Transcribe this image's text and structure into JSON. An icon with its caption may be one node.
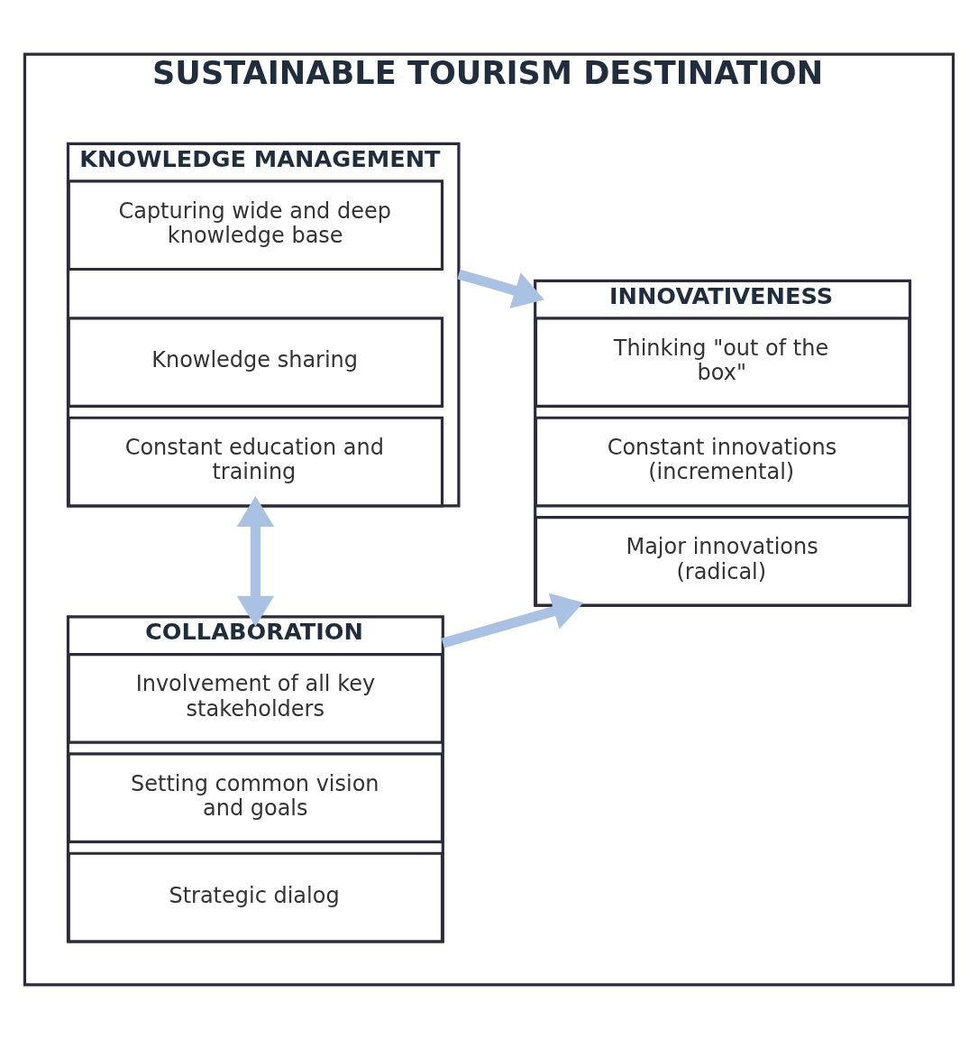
{
  "diagram": {
    "nodes": [
      {
        "text": [
          "SUSTAINABLE TOURISM DESTINATION"
        ]
      },
      {
        "text": [
          "KNOWLEDGE MANAGEMENT"
        ],
        "in": 0
      },
      {
        "text": [
          "Capturing wide and deep knowledge base"
        ],
        "in": 1
      },
      {
        "text": [
          "Knowledge sharing"
        ],
        "in": 1
      },
      {
        "text": [
          "Constant education and training"
        ],
        "in": 1
      },
      {
        "text": [
          "COLLABORATION"
        ],
        "in": 0
      },
      {
        "text": [
          "Involvement of all key stakeholders"
        ],
        "in": 5
      },
      {
        "text": [
          "Setting common vision and goals"
        ],
        "in": 5
      },
      {
        "text": [
          "Strategic dialog"
        ],
        "in": 5
      },
      {
        "text": [
          "INNOVATIVENESS"
        ],
        "in": 0
      },
      {
        "text": [
          "Thinking \"out of the box\""
        ],
        "in": 9
      },
      {
        "text": [
          "Constant innovations (incremental)"
        ],
        "in": 9
      },
      {
        "text": [
          "Major innovations (radical)"
        ],
        "in": 9
      }
    ],
    "edges": [
      {
        "from": 1,
        "to": 9,
        "arrow": "to"
      },
      {
        "from": 1,
        "to": 5,
        "arrow": "both"
      },
      {
        "from": 5,
        "to": 9,
        "arrow": "to"
      }
    ]
  }
}
